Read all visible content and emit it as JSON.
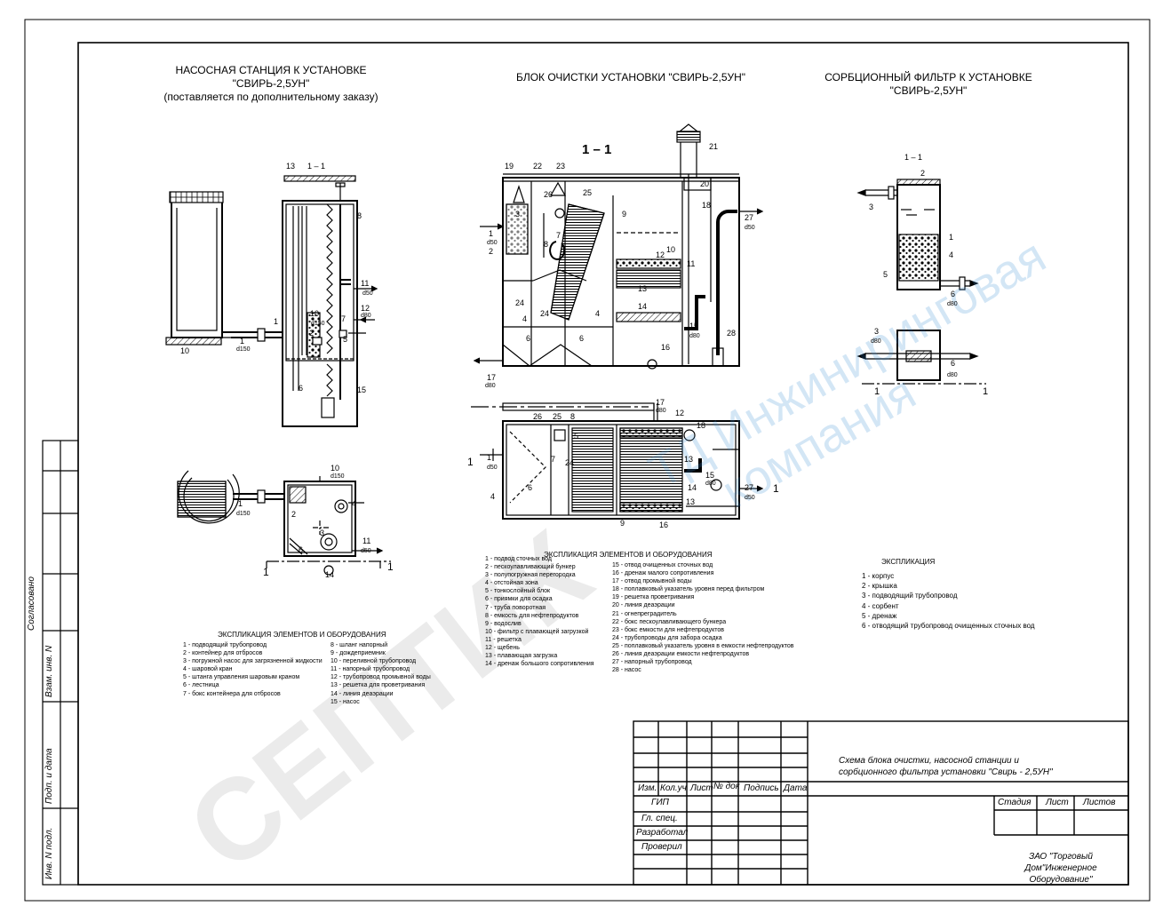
{
  "titles": {
    "pump": [
      "НАСОСНАЯ СТАНЦИЯ К УСТАНОВКЕ",
      "\"СВИРЬ-2,5УН\"",
      "(поставляется по дополнительному заказу)"
    ],
    "block": "БЛОК ОЧИСТКИ УСТАНОВКИ \"СВИРЬ-2,5УН\"",
    "sorb": [
      "СОРБЦИОННЫЙ ФИЛЬТР К УСТАНОВКЕ",
      "\"СВИРЬ-2,5УН\""
    ]
  },
  "watermark": {
    "main": "СЕПТИК",
    "company": [
      "ТД Инжиниринговая",
      "компания"
    ]
  },
  "pump_legend": {
    "title": "ЭКСПЛИКАЦИЯ ЭЛЕМЕНТОВ И ОБОРУДОВАНИЯ",
    "col1": [
      "1 - подводящий трубопровод",
      "2 - контейнер для отбросов",
      "3 - погружной насос для загрязненной жидкости",
      "4 - шаровой кран",
      "5 - штанга управления шаровым краном",
      "6 - лестница",
      "7 - бокс контейнера для отбросов"
    ],
    "col2": [
      "8 - шланг напорный",
      "9 - дождеприемник",
      "10 - переливной трубопровод",
      "11 - напорный трубопровод",
      "12 - трубопровод промывной воды",
      "13 - решетка для проветривания",
      "14 - линия деаэрации",
      "15 - насос"
    ]
  },
  "block_legend": {
    "title": "ЭКСПЛИКАЦИЯ ЭЛЕМЕНТОВ И ОБОРУДОВАНИЯ",
    "col1": [
      "1 - подвод сточных вод",
      "2 - пескоулавливающий бункер",
      "3 - полупогружная перегородка",
      "4 - отстойная зона",
      "5 - тонкослойный блок",
      "6 - приямки для осадка",
      "7 - труба поворотная",
      "8 - емкость для нефтепродуктов",
      "9 - водослив",
      "10 - фильтр с плавающей загрузкой",
      "11 - решетка",
      "12 - щебень",
      "13 - плавающая загрузка",
      "14 - дренаж большого сопротивления"
    ],
    "col2": [
      "15 - отвод очищенных сточных вод",
      "16 - дренаж малого сопротивления",
      "17 - отвод промывной воды",
      "18 - поплавковый указатель уровня перед фильтром",
      "19 - решетка проветривания",
      "20 - линия деаэрации",
      "21 - огнепреградитель",
      "22 - бокс пескоулавливающего бункера",
      "23 - бокс емкости для нефтепродуктов",
      "24 - трубопроводы для забора осадка",
      "25 - поплавковый указатель уровня в емкости нефтепродуктов",
      "26 - линия деаэрации емкости нефтепродуктов",
      "27 - напорный трубопровод",
      "28 - насос"
    ]
  },
  "sorb_legend": {
    "title": "ЭКСПЛИКАЦИЯ",
    "items": [
      "1 - корпус",
      "2 - крышка",
      "3 - подводящий трубопровод",
      "4 - сорбент",
      "5 - дренаж",
      "6 - отводящий трубопровод очищенных сточных вод"
    ]
  },
  "section_labels": {
    "block_section": "1 – 1",
    "small_section": "1 – 1"
  },
  "title_block": {
    "description": [
      "Схема  блока очистки, насосной станции и",
      "сорбционного фильтра установки  \"Свирь - 2,5УН\""
    ],
    "headers": [
      "Изм.",
      "Кол.уч",
      "Лист",
      "№ док",
      "Подпись",
      "Дата"
    ],
    "roles": [
      "ГИП",
      "Гл. спец.",
      "Разработал",
      "Проверил"
    ],
    "stage": "Стадия",
    "sheet": "Лист",
    "sheets": "Листов",
    "company": [
      "ЗАО \"Торговый Дом\"Инженерное",
      "Оборудование\""
    ]
  },
  "side_stamp": {
    "agreed": "Согласовано",
    "inv_replace": "Взам. инв. N",
    "sign_date": "Подп. и дата",
    "inv_orig": "Инв. N подл."
  },
  "dims": {
    "d150": "d150",
    "d80": "d80",
    "d50": "d50"
  }
}
